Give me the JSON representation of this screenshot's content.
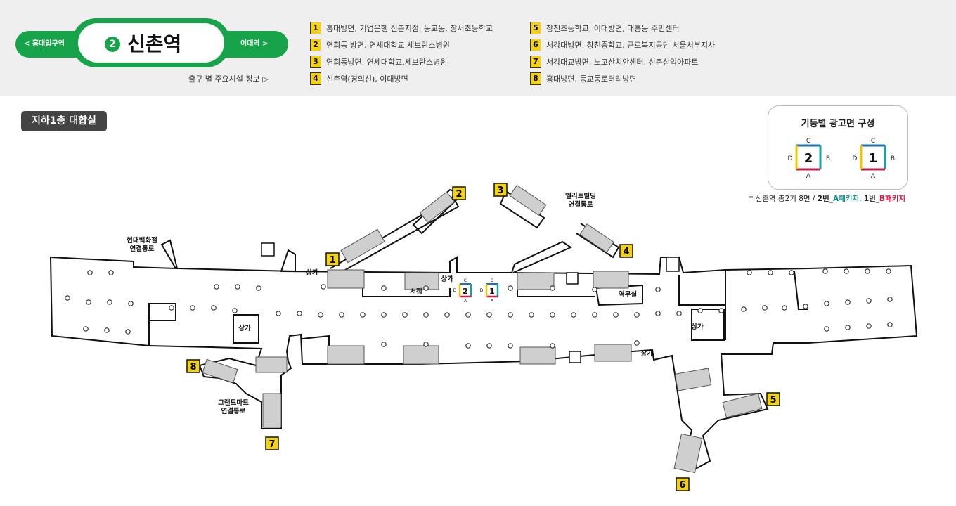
{
  "header": {
    "prev_station": "<  홍대입구역",
    "next_station": "이대역  >",
    "line_number": "2",
    "station_name": "신촌역",
    "exit_info_link": "출구 별 주요시설 정보  ▷",
    "line_color": "#16a34a"
  },
  "exits_left": [
    {
      "num": "1",
      "text": "홍대방면, 기업은행 신촌지점, 동교동, 창서초등학교"
    },
    {
      "num": "2",
      "text": "연희동 방면, 연세대학교.세브란스병원"
    },
    {
      "num": "3",
      "text": "연희동방면, 연세대학교.세브란스병원"
    },
    {
      "num": "4",
      "text": "신촌역(경의선), 이대방면"
    }
  ],
  "exits_right": [
    {
      "num": "5",
      "text": "창천초등학교, 이대방면, 대흥동 주민센터"
    },
    {
      "num": "6",
      "text": "서강대방면, 창천중학교, 근로복지공단 서울서부지사"
    },
    {
      "num": "7",
      "text": "서강대교방면, 노고산치안센터, 신촌삼익아파트"
    },
    {
      "num": "8",
      "text": "홍대방면, 동교동로터리방면"
    }
  ],
  "floor_label": "지하1층 대합실",
  "legend": {
    "title": "기둥별 광고면 구성",
    "pillars": [
      {
        "num": "2",
        "top": "C",
        "right": "B",
        "bottom": "A",
        "left": "D"
      },
      {
        "num": "1",
        "top": "C",
        "right": "B",
        "bottom": "A",
        "left": "D"
      }
    ],
    "note_prefix": "* 신촌역 총2기 8면  /  ",
    "note_a_num": "2번_",
    "note_a_text": "A패키지",
    "note_sep": ", ",
    "note_b_num": "1번_",
    "note_b_text": "B패키지",
    "face_colors": {
      "top": "#1f6fb5",
      "right": "#16a3a3",
      "bottom": "#d11a4a",
      "left": "#f5c400"
    }
  },
  "map_labels": {
    "hyundai": [
      "현대백화점",
      "연결통로"
    ],
    "eliti": [
      "엘리트빌딩",
      "연결통로"
    ],
    "grand": [
      "그랜드마트",
      "연결통로"
    ],
    "shop": "상가",
    "bookstore": "서점",
    "office": "역무실"
  },
  "map_exits": {
    "e1": "1",
    "e2": "2",
    "e3": "3",
    "e4": "4",
    "e5": "5",
    "e6": "6",
    "e7": "7",
    "e8": "8"
  },
  "map_pillars": {
    "p2": {
      "num": "2",
      "top": "C",
      "bottom": "A",
      "left": "D"
    },
    "p1": {
      "num": "1",
      "top": "C",
      "bottom": "A",
      "left": "D"
    }
  }
}
